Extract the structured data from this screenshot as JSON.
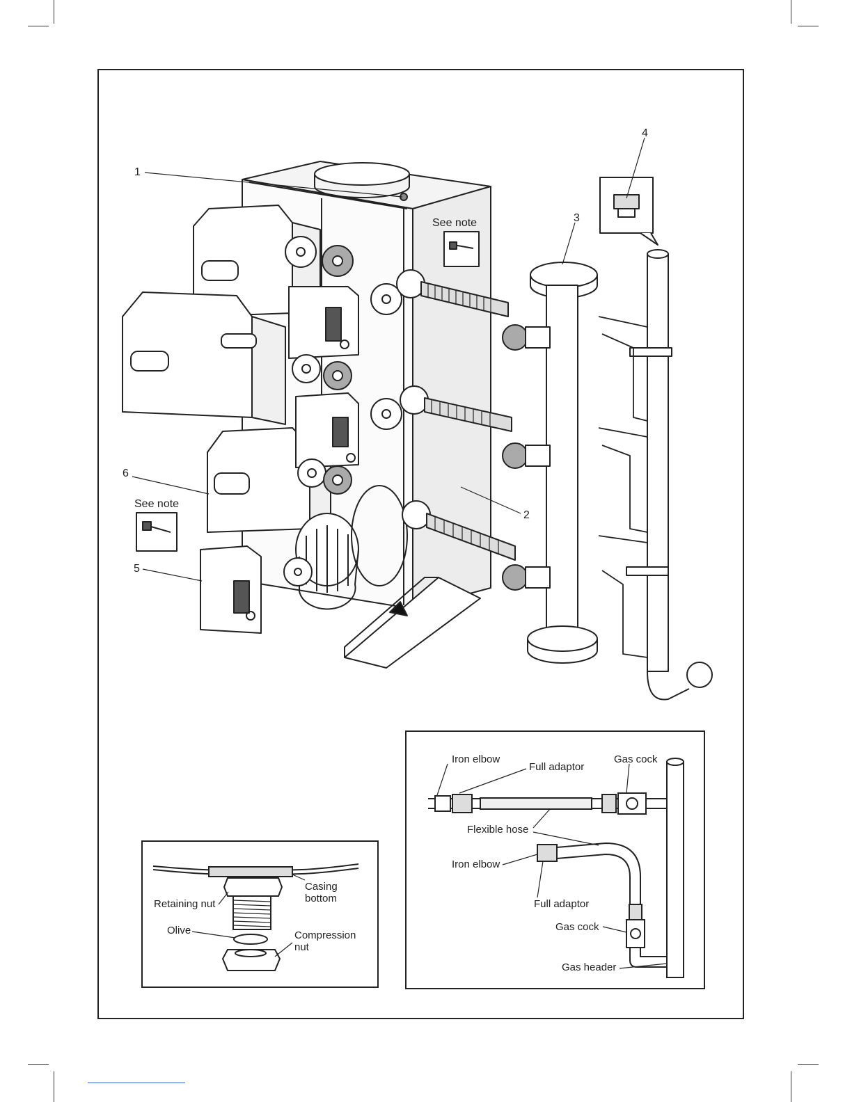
{
  "main_diagram": {
    "callouts": [
      "1",
      "2",
      "3",
      "4",
      "5",
      "6"
    ],
    "see_note_top": "See note",
    "see_note_left": "See note"
  },
  "inset_left": {
    "casing_bottom": "Casing bottom",
    "casing_bottom_line1": "Casing",
    "casing_bottom_line2": "bottom",
    "retaining_nut": "Retaining nut",
    "olive": "Olive",
    "compression_nut_line1": "Compression",
    "compression_nut_line2": "nut"
  },
  "inset_right": {
    "iron_elbow_top": "Iron elbow",
    "full_adaptor_top": "Full adaptor",
    "gas_cock_top": "Gas cock",
    "flexible_hose": "Flexible hose",
    "iron_elbow_bottom": "Iron elbow",
    "full_adaptor_bottom": "Full adaptor",
    "gas_cock_bottom": "Gas cock",
    "gas_header": "Gas header"
  }
}
